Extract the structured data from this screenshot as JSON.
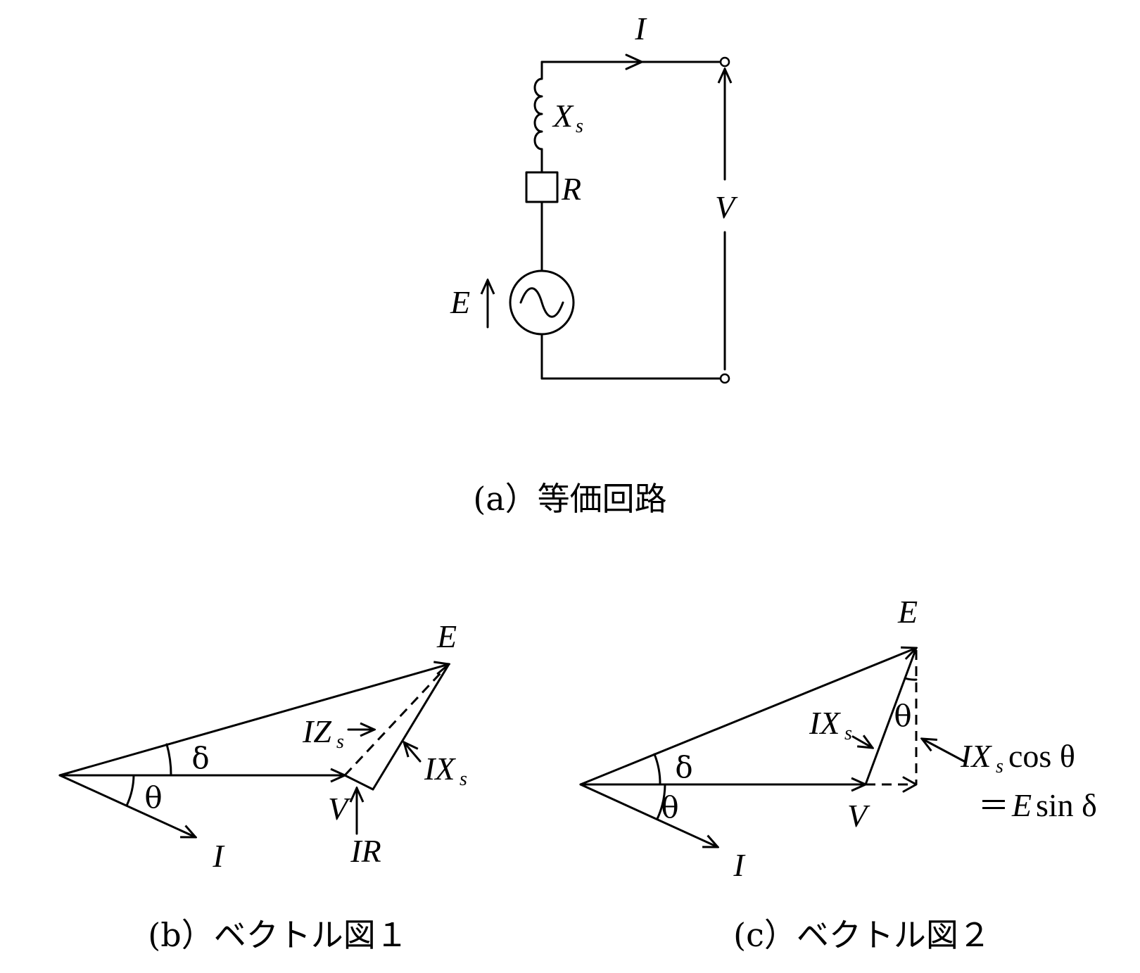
{
  "circuit": {
    "current": "I",
    "reactance": "X",
    "reactance_sub": "s",
    "resistance": "R",
    "emf": "E",
    "terminal_voltage": "V"
  },
  "vector1": {
    "E": "E",
    "V": "V",
    "I": "I",
    "delta": "δ",
    "theta": "θ",
    "IZs_main": "IZ",
    "IZs_sub": "s",
    "IXs_main": "IX",
    "IXs_sub": "s",
    "IR": "IR"
  },
  "vector2": {
    "E": "E",
    "V": "V",
    "I": "I",
    "delta": "δ",
    "theta_low": "θ",
    "theta_high": "θ",
    "IXs_main": "IX",
    "IXs_sub": "s",
    "cos_main": "IX",
    "cos_sub": "s",
    "cos_rest": "cos θ",
    "eq_sign": "＝",
    "eq_E": "E",
    "eq_rest": "sin δ"
  },
  "captions": {
    "a": "(a）等価回路",
    "b": "(b）ベクトル図１",
    "c": "(c）ベクトル図２"
  }
}
